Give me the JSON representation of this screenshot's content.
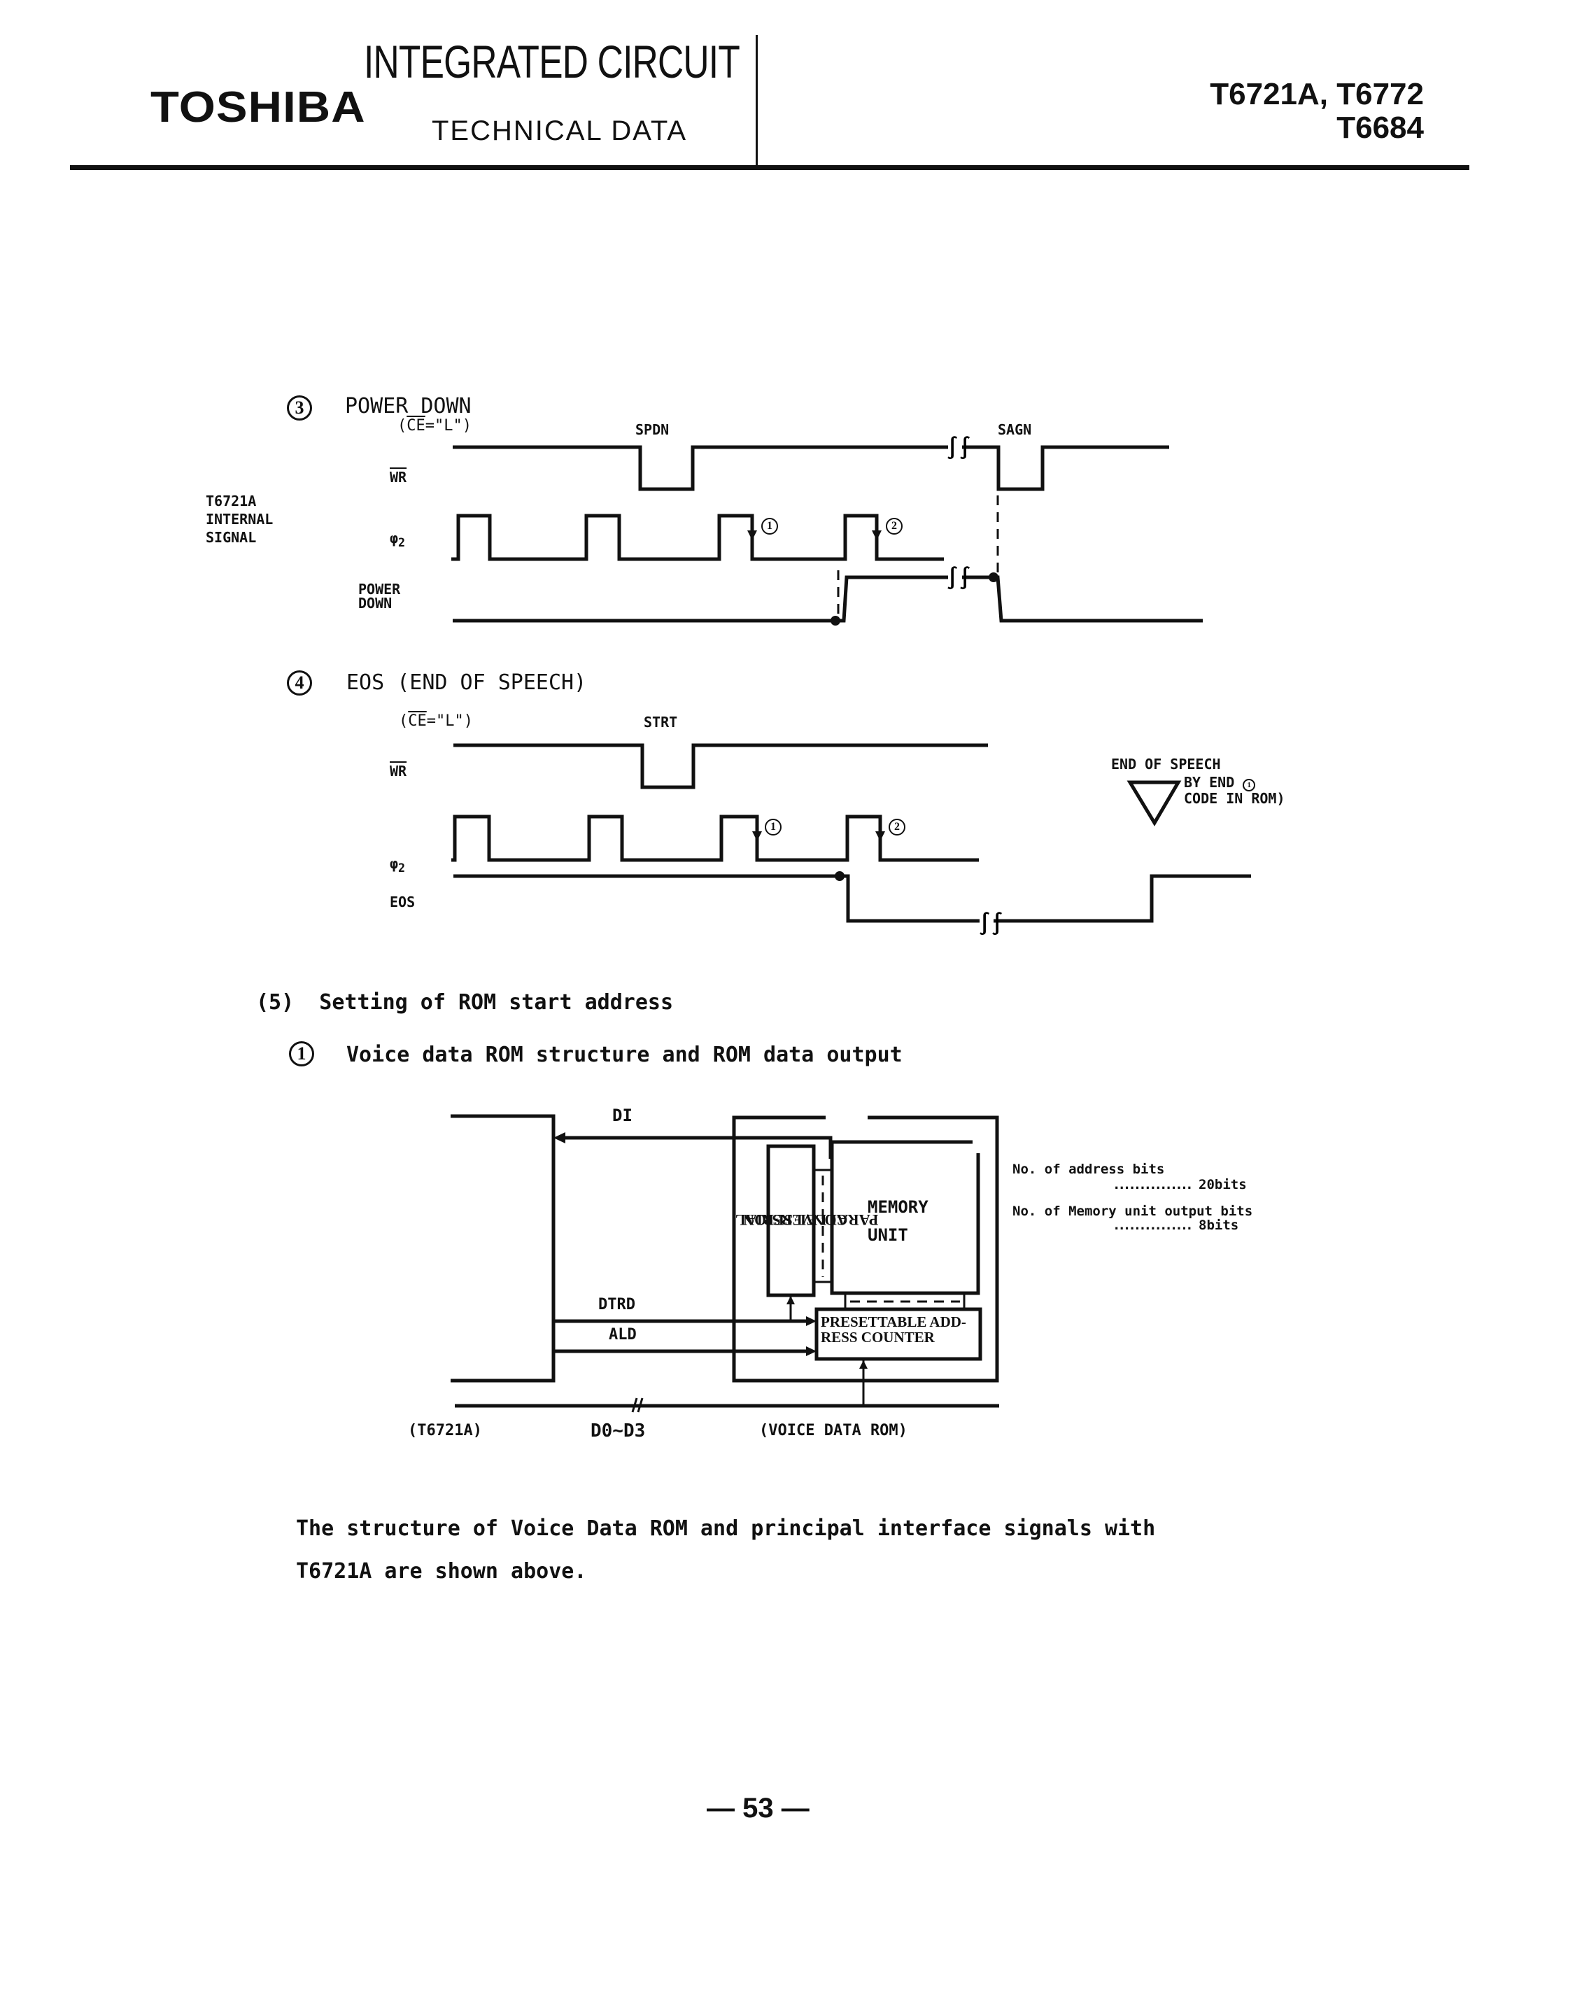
{
  "header": {
    "brand": "TOSHIBA",
    "title_top": "INTEGRATED CIRCUIT",
    "title_bottom": "TECHNICAL DATA",
    "parts_line1": "T6721A, T6772",
    "parts_line2": "T6684"
  },
  "power_down": {
    "number": "3",
    "title": "POWER DOWN",
    "condition_open": "(",
    "condition_ce": "CE",
    "condition_rest": "=\"L\")",
    "side_label": [
      "T6721A",
      "INTERNAL",
      "SIGNAL"
    ],
    "signals": {
      "wr": "WR",
      "phi2": "φ",
      "phi2_sub": "2",
      "power_down": [
        "POWER",
        "DOWN"
      ]
    },
    "commands": {
      "spdn": "SPDN",
      "sagn": "SAGN"
    },
    "markers": [
      "1",
      "2"
    ],
    "break_symbol": "∫∫"
  },
  "eos": {
    "number": "4",
    "title": "EOS (END OF SPEECH)",
    "condition_open": "(",
    "condition_ce": "CE",
    "condition_rest": "=\"L\")",
    "signals": {
      "wr": "WR",
      "phi2": "φ",
      "phi2_sub": "2",
      "eos": "EOS"
    },
    "commands": {
      "strt": "STRT"
    },
    "markers": [
      "1",
      "2"
    ],
    "note_title": "END OF SPEECH",
    "note_line1": "BY END",
    "note_line2": "CODE IN ROM",
    "note_marker": "1"
  },
  "rom_section": {
    "heading": "(5)  Setting of ROM start address",
    "sub_number": "1",
    "sub_heading": "Voice data ROM structure and ROM data output",
    "diagram": {
      "di": "DI",
      "dtrd": "DTRD",
      "ald": "ALD",
      "ps_block": [
        "PARALLEL SERIAL",
        "CONVERSION"
      ],
      "memory_unit": [
        "MEMORY",
        "UNIT"
      ],
      "counter": [
        "PRESETTABLE ADD-",
        "RESS COUNTER"
      ],
      "label_left": "(T6721A)",
      "label_bus": "D0~D3",
      "label_right": "(VOICE DATA ROM)",
      "spec_address_label": "No. of address bits",
      "spec_address_value": "20bits",
      "spec_output_label": "No. of Memory unit output bits",
      "spec_output_value": "8bits",
      "leader_dots": "..............."
    },
    "caption_line1": "The structure of Voice Data ROM and principal interface signals with",
    "caption_line2": "T6721A are shown above."
  },
  "footer": {
    "page_number": "— 53 —"
  }
}
